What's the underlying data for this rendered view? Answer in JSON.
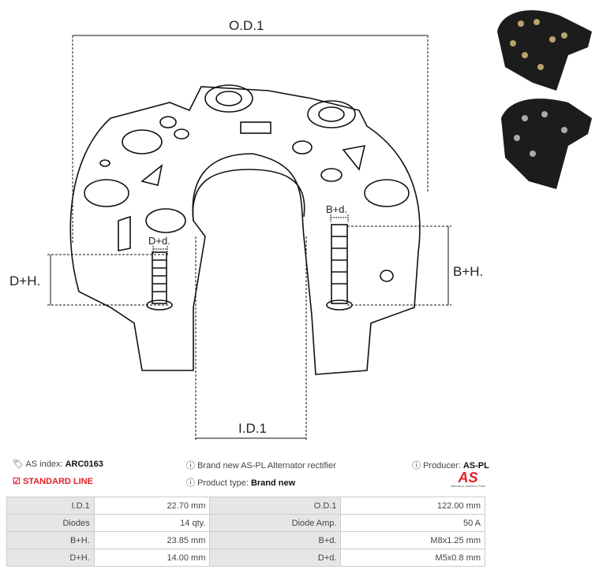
{
  "diagram": {
    "od": "O.D.1",
    "id": "I.D.1",
    "dh": "D+H.",
    "dd": "D+d.",
    "bh": "B+H.",
    "bd": "B+d."
  },
  "info": {
    "as_index_label": "AS index:",
    "as_index_value": "ARC0163",
    "line": "STANDARD LINE",
    "description": "Brand new AS-PL Alternator rectifier",
    "product_type_label": "Product type:",
    "product_type_value": "Brand new",
    "producer_label": "Producer:",
    "producer_value": "AS-PL",
    "logo_text": "AS",
    "logo_tagline": "Alternators, Starters & Parts"
  },
  "specs": [
    [
      {
        "l": "I.D.1",
        "v": "22.70 mm"
      },
      {
        "l": "O.D.1",
        "v": "122.00 mm"
      }
    ],
    [
      {
        "l": "Diodes",
        "v": "14 qty."
      },
      {
        "l": "Diode Amp.",
        "v": "50 A"
      }
    ],
    [
      {
        "l": "B+H.",
        "v": "23.85 mm"
      },
      {
        "l": "B+d.",
        "v": "M8x1.25 mm"
      }
    ],
    [
      {
        "l": "D+H.",
        "v": "14.00 mm"
      },
      {
        "l": "D+d.",
        "v": "M5x0.8 mm"
      }
    ]
  ],
  "colors": {
    "accent": "#e41e26",
    "table_label_bg": "#e6e6e6"
  }
}
